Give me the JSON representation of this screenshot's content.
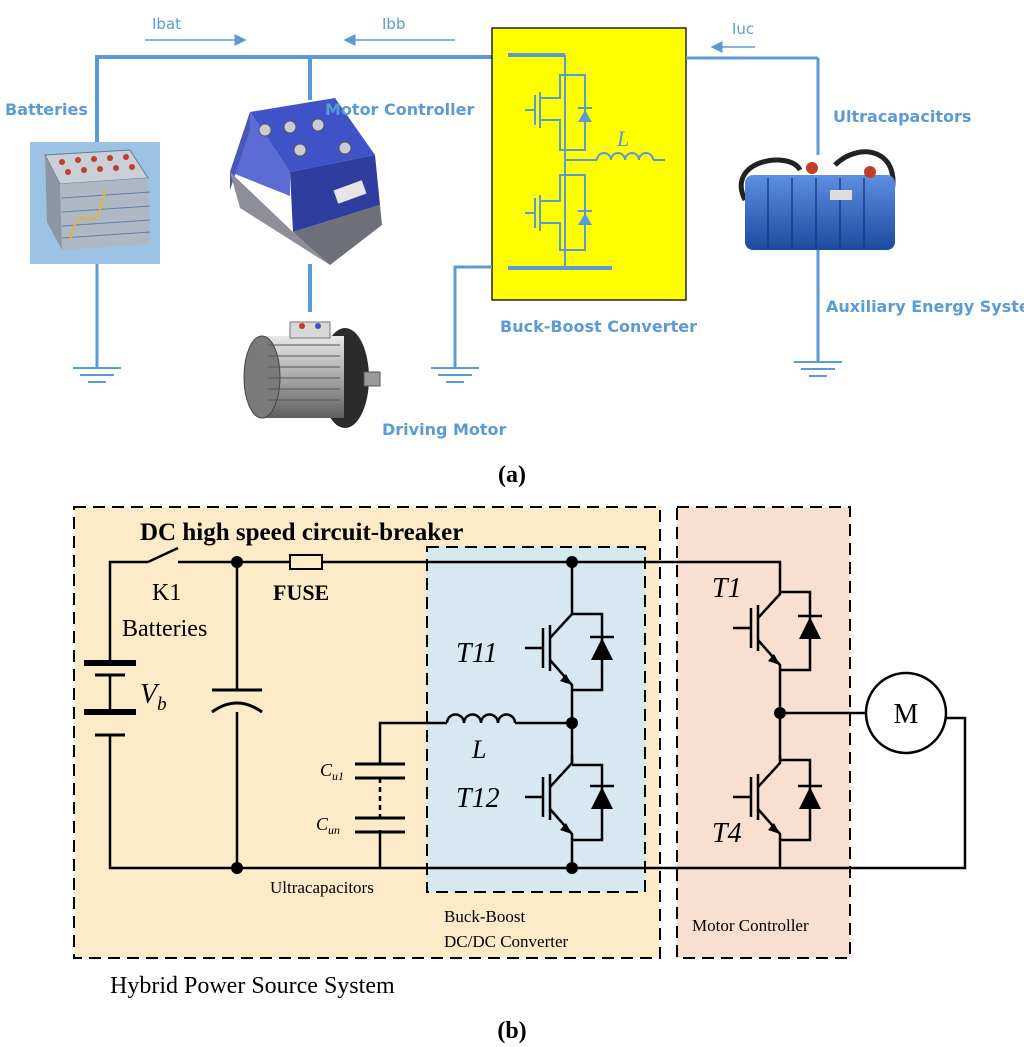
{
  "panel_a": {
    "currents": {
      "ibat": "Ibat",
      "ibb": "Ibb",
      "iuc": "Iuc"
    },
    "labels": {
      "batteries": "Batteries",
      "motor_controller": "Motor Controller",
      "ultracapacitors": "Ultracapacitors",
      "auxiliary": "Auxiliary Energy System",
      "buck_boost": "Buck-Boost Converter",
      "driving_motor": "Driving Motor",
      "inductor": "L"
    },
    "caption": "(a)",
    "colors": {
      "wire": "#5b9bd5",
      "converter_fill": "#ffff00",
      "battery_bg": "#9cc3e6"
    }
  },
  "panel_b": {
    "breaker_title": "DC high speed circuit-breaker",
    "k1": "K1",
    "batteries": "Batteries",
    "fuse": "FUSE",
    "vb": "V",
    "vb_sub": "b",
    "t11": "T11",
    "t12": "T12",
    "t1": "T1",
    "t4": "T4",
    "inductor": "L",
    "cu1": "C",
    "cu1_sub": "u1",
    "cun": "C",
    "cun_sub": "un",
    "motor": "M",
    "ultracapacitors": "Ultracapacitors",
    "converter_line1": "Buck-Boost",
    "converter_line2": "DC/DC Converter",
    "motor_controller": "Motor Controller",
    "system": "Hybrid Power Source System",
    "caption": "(b)",
    "colors": {
      "hybrid_bg": "#fdebc8",
      "converter_bg": "#d6e9f0",
      "motor_bg": "#f9dfd0"
    }
  }
}
